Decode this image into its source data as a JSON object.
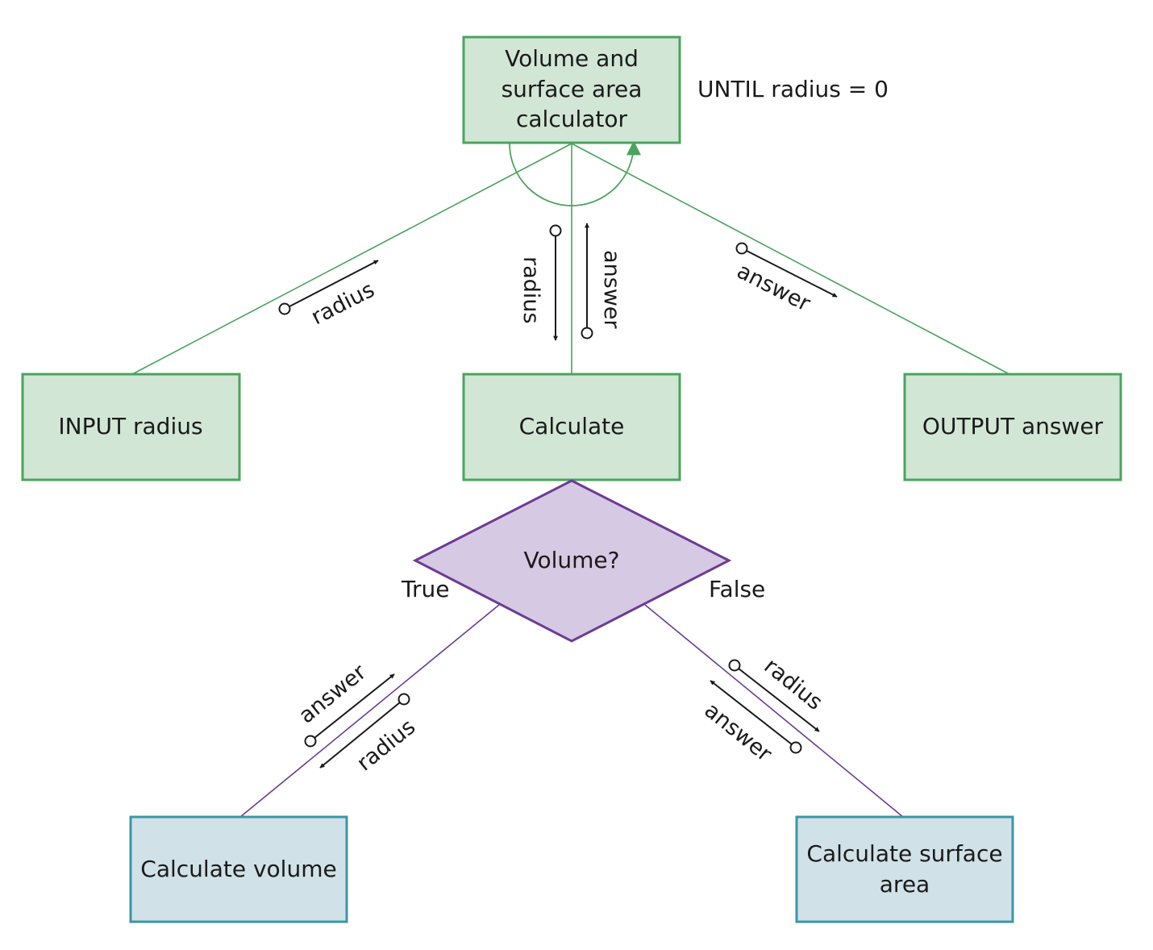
{
  "colors": {
    "green_fill": "#d2e6d5",
    "green_stroke": "#4aa45c",
    "purple_fill": "#d5c9e3",
    "purple_stroke": "#6e3b92",
    "blue_fill": "#d0e1e7",
    "blue_stroke": "#3c95a8",
    "ink": "#1a1a1a"
  },
  "nodes": {
    "root": {
      "lines": [
        "Volume and",
        "surface area",
        "calculator"
      ]
    },
    "input": {
      "lines": [
        "INPUT radius"
      ]
    },
    "calc": {
      "lines": [
        "Calculate"
      ]
    },
    "output": {
      "lines": [
        "OUTPUT answer"
      ]
    },
    "decision": {
      "label": "Volume?"
    },
    "volume": {
      "lines": [
        "Calculate volume"
      ]
    },
    "surface": {
      "lines": [
        "Calculate surface",
        "area"
      ]
    }
  },
  "loop_condition": "UNTIL radius = 0",
  "branches": {
    "true_label": "True",
    "false_label": "False"
  },
  "flows": {
    "input_radius": "radius",
    "calc_radius": "radius",
    "calc_answer": "answer",
    "output_answer": "answer",
    "volume_answer": "answer",
    "volume_radius": "radius",
    "surface_radius": "radius",
    "surface_answer": "answer"
  }
}
